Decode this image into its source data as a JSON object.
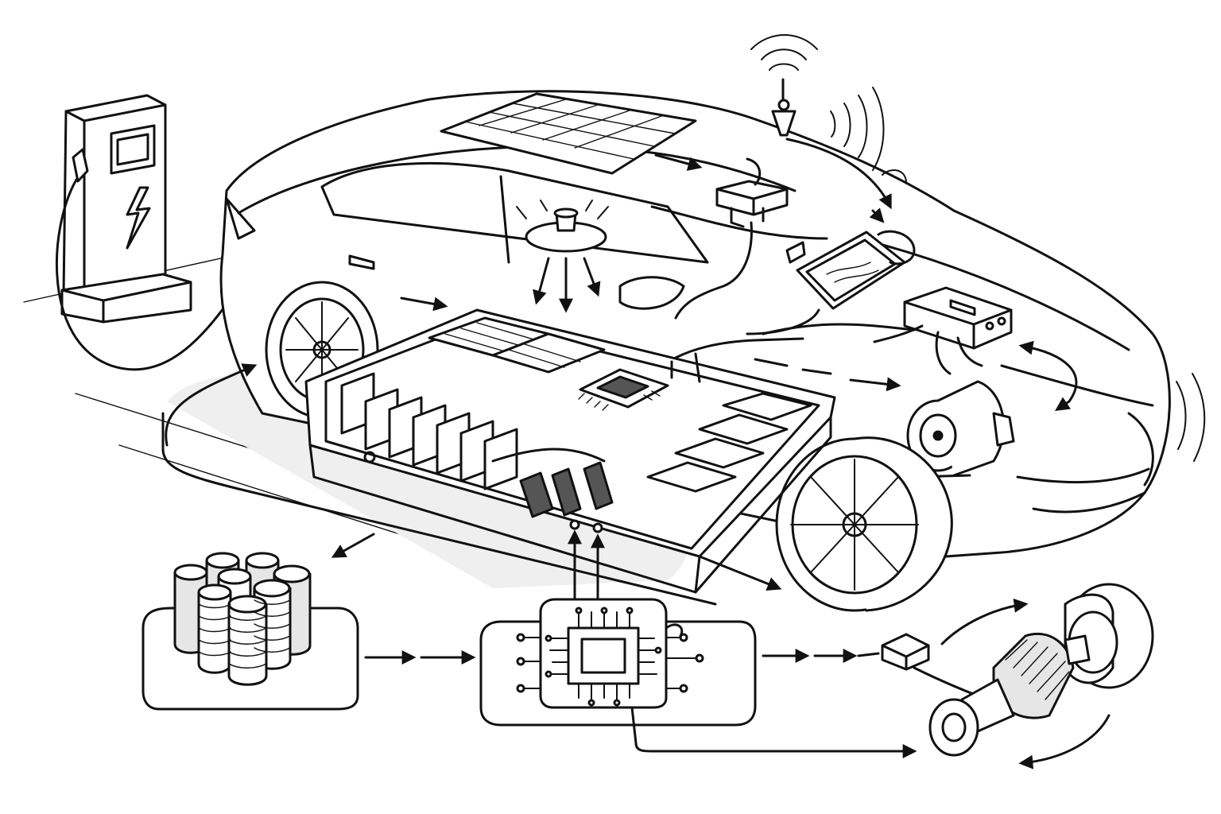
{
  "diagram": {
    "style": "line-art",
    "colors": {
      "ink": "#111111",
      "shade": "#e6e6e6",
      "dark": "#555555",
      "background": "#ffffff"
    },
    "components": [
      {
        "id": "charging-station",
        "icon": "lightning-bolt-icon"
      },
      {
        "id": "charging-plug",
        "icon": "plug-icon"
      },
      {
        "id": "solar-roof",
        "icon": "solar-panel-icon"
      },
      {
        "id": "antenna",
        "icon": "wireless-antenna-icon"
      },
      {
        "id": "cabin-sensor",
        "icon": "sensor-icon"
      },
      {
        "id": "roof-controller",
        "icon": "junction-box-icon"
      },
      {
        "id": "display-unit",
        "icon": "screen-icon"
      },
      {
        "id": "inverter",
        "icon": "power-inverter-icon"
      },
      {
        "id": "battery-pack",
        "icon": "battery-module-icon"
      },
      {
        "id": "battery-controller",
        "icon": "microchip-icon"
      },
      {
        "id": "front-motor",
        "icon": "electric-motor-icon"
      },
      {
        "id": "cell-stack",
        "icon": "cylindrical-cells-icon"
      },
      {
        "id": "bms-chip",
        "icon": "microchip-icon"
      },
      {
        "id": "drive-motor",
        "icon": "electric-motor-icon"
      }
    ]
  }
}
